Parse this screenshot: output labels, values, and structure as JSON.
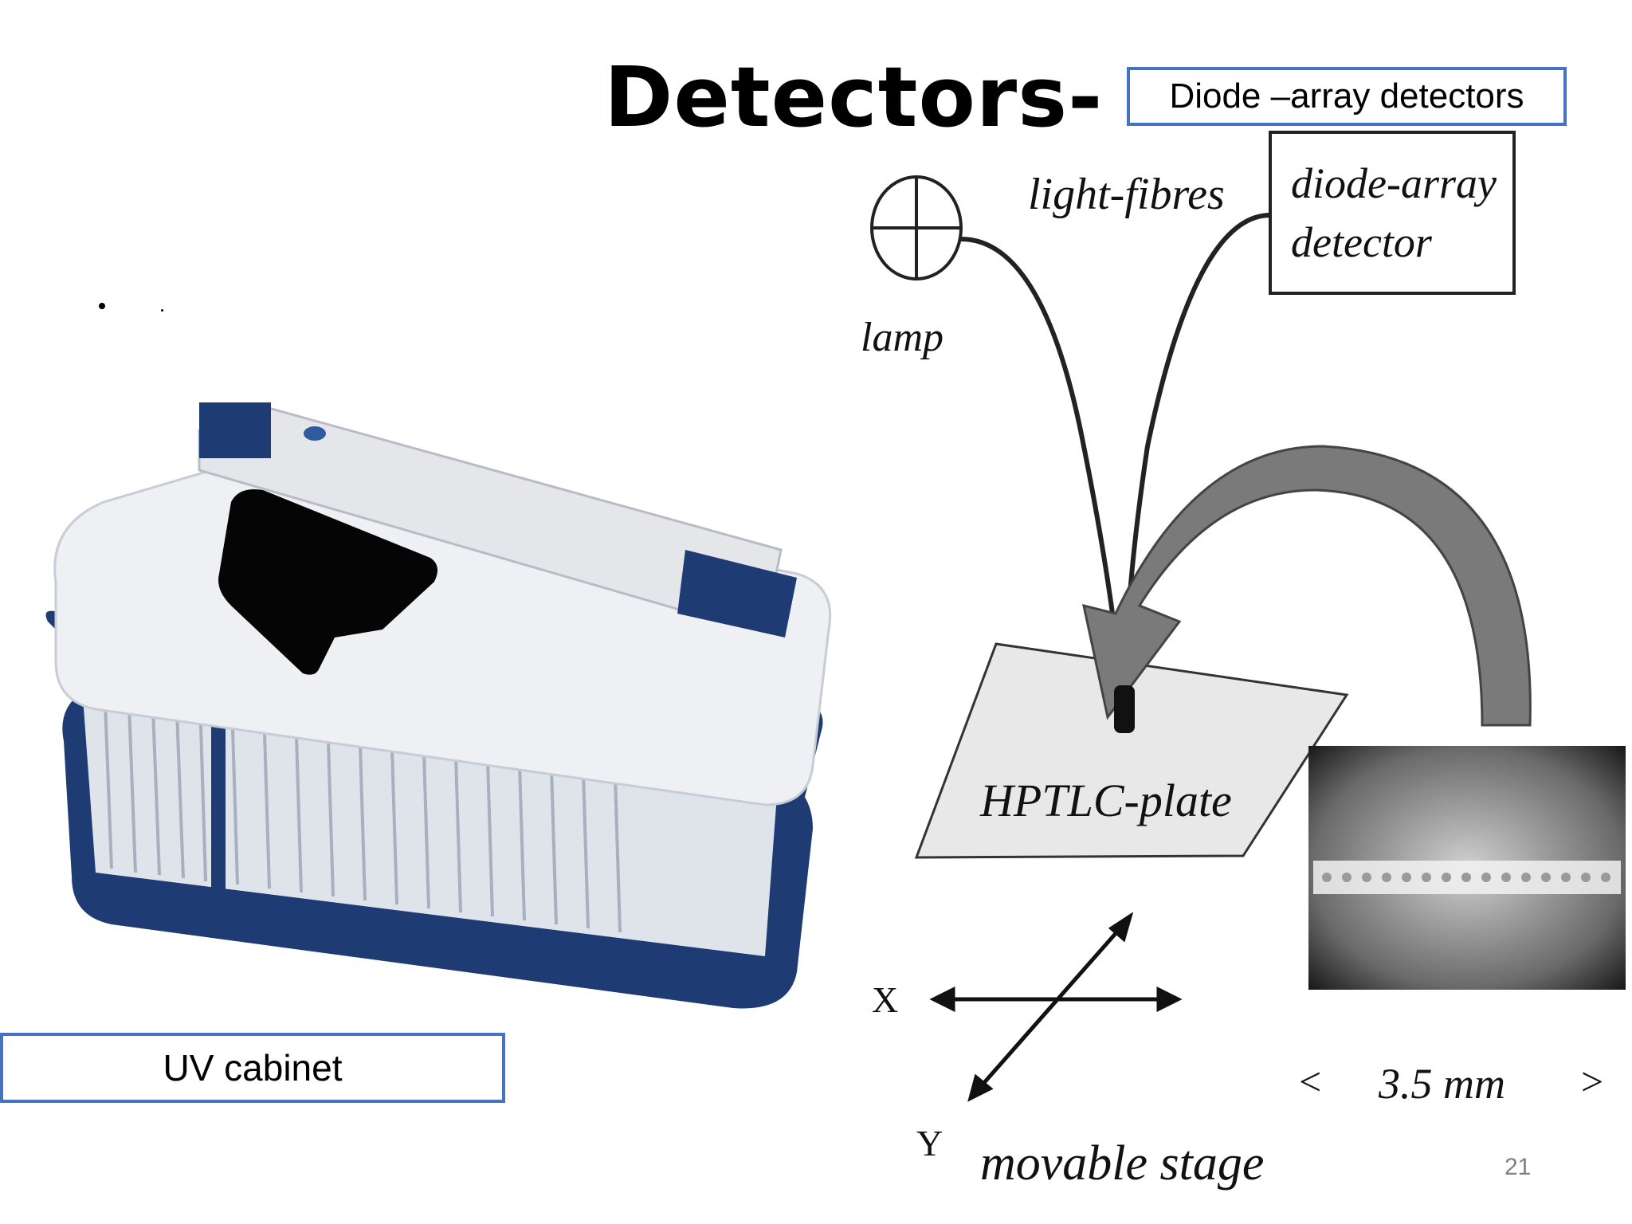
{
  "slide": {
    "title": "Detectors-",
    "page_number": "21"
  },
  "callouts": {
    "diode_label": "Diode –array detectors",
    "uv_label": "UV cabinet"
  },
  "diagram": {
    "light_fibres": "light-fibres",
    "detector_line1": "diode-array",
    "detector_line2": "detector",
    "lamp": "lamp",
    "plate": "HPTLC-plate",
    "axis_x": "X",
    "axis_y": "Y",
    "stage": "movable stage",
    "scale_open": "<",
    "scale_value": "3.5 mm",
    "scale_close": ">"
  },
  "colors": {
    "callout_border": "#4472c4",
    "cabinet_blue": "#1f3b73",
    "cabinet_white": "#eef0f4"
  },
  "icons": {
    "lamp": "lamp-icon",
    "uv_cabinet": "uv-cabinet-photo",
    "plate_image": "plate-micrograph"
  }
}
